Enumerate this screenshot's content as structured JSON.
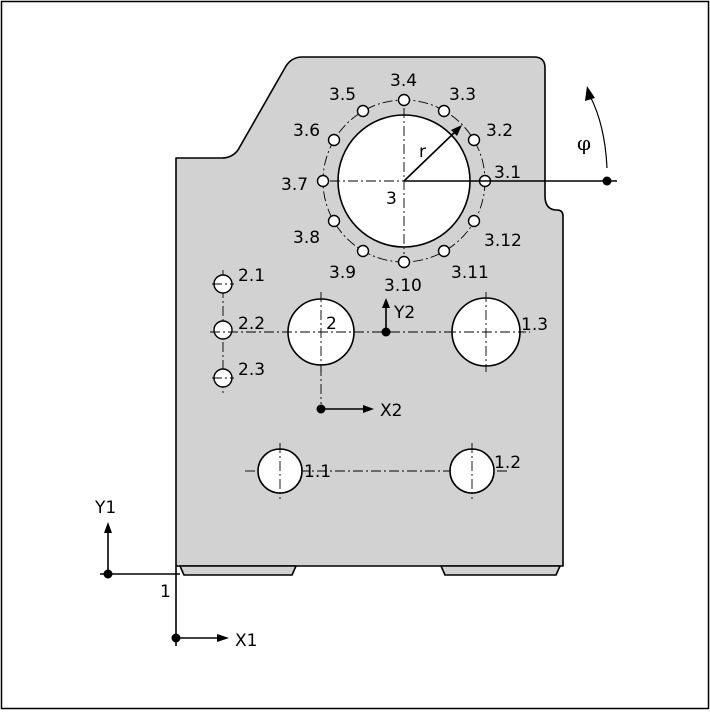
{
  "labels": {
    "hole_1_1": "1.1",
    "hole_1_2": "1.2",
    "hole_1_3": "1.3",
    "hole_2": "2",
    "hole_2_1": "2.1",
    "hole_2_2": "2.2",
    "hole_2_3": "2.3",
    "hole_3": "3",
    "pattern": [
      "3.1",
      "3.2",
      "3.3",
      "3.4",
      "3.5",
      "3.6",
      "3.7",
      "3.8",
      "3.9",
      "3.10",
      "3.11",
      "3.12"
    ],
    "radius": "r",
    "angle": "φ",
    "datum_1": "1",
    "axis_x1": "X1",
    "axis_y1": "Y1",
    "axis_x2": "X2",
    "axis_y2": "Y2"
  }
}
